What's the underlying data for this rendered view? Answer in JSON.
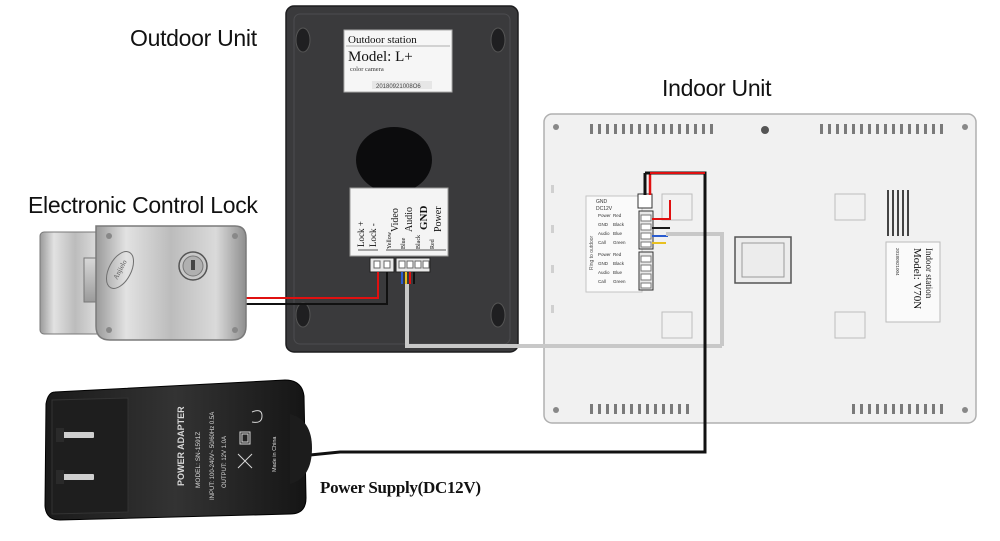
{
  "titles": {
    "outdoor_unit": "Outdoor Unit",
    "electronic_lock": "Electronic Control Lock",
    "indoor_unit": "Indoor Unit",
    "power_supply": "Power Supply(DC12V)"
  },
  "outdoor_label": {
    "station": "Outdoor station",
    "model": "Model: L+",
    "sub": "color camera",
    "serial": "20180921008O6"
  },
  "outdoor_terminals": {
    "lock_plus": "Lock +",
    "lock_minus": "Lock -",
    "video": "Video",
    "audio": "Audio",
    "gnd": "GND",
    "power": "Power",
    "c_yellow": "Yellow",
    "c_blue": "Blue",
    "c_black": "Black",
    "c_red": "Red"
  },
  "indoor_label": {
    "station": "Indoor station",
    "model": "Model: V70N",
    "serial": "20180921004"
  },
  "indoor_terminals": {
    "gnd": "GND",
    "power_in": "DC12V",
    "side_text": "Ring to outdoor",
    "rows": [
      {
        "name": "Power",
        "color": "Red"
      },
      {
        "name": "GND",
        "color": "Black"
      },
      {
        "name": "Audio",
        "color": "Blue"
      },
      {
        "name": "Call",
        "color": "Green"
      },
      {
        "name": "Power",
        "color": "Red"
      },
      {
        "name": "GND",
        "color": "Black"
      },
      {
        "name": "Audio",
        "color": "Blue"
      },
      {
        "name": "Call",
        "color": "Green"
      }
    ]
  },
  "adapter": {
    "title": "POWER ADAPTER",
    "model": "MODEL: SN-1591Z",
    "input": "INPUT: 100-240V~ 50/60Hz 0.5A",
    "output": "OUTPUT: 12V 1.0A",
    "made": "Made in China"
  },
  "lock_brand": "Anjielo",
  "colors": {
    "red_wire": "#e01010",
    "black_wire": "#111111",
    "gray_wire": "#c8c8c8",
    "housing_dark": "#3a3a3c",
    "indoor_body": "#f0f0f0"
  }
}
